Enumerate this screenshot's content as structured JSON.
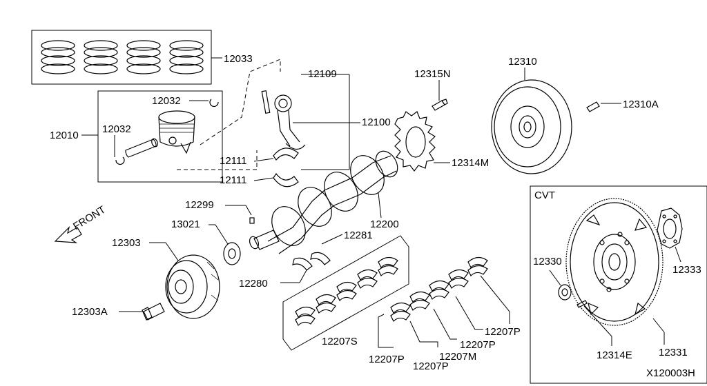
{
  "diagram_id": "X120003H",
  "labels": {
    "l12033": "12033",
    "l12109": "12109",
    "l12032a": "12032",
    "l12032b": "12032",
    "l12010": "12010",
    "l12315N": "12315N",
    "l12310": "12310",
    "l12310A": "12310A",
    "l12100": "12100",
    "l12314M": "12314M",
    "l12111a": "12111",
    "l12111b": "12111",
    "l12299": "12299",
    "l13021": "13021",
    "l12200": "12200",
    "l12303": "12303",
    "l12281": "12281",
    "l12280": "12280",
    "l12303A": "12303A",
    "l12207S": "12207S",
    "l12207P_a": "12207P",
    "l12207P_b": "12207P",
    "l12207P_c": "12207P",
    "l12207P_d": "12207P",
    "l12207M": "12207M",
    "lCVT": "CVT",
    "l12330": "12330",
    "l12333": "12333",
    "l12314E": "12314E",
    "l12331": "12331",
    "front": "FRONT"
  }
}
